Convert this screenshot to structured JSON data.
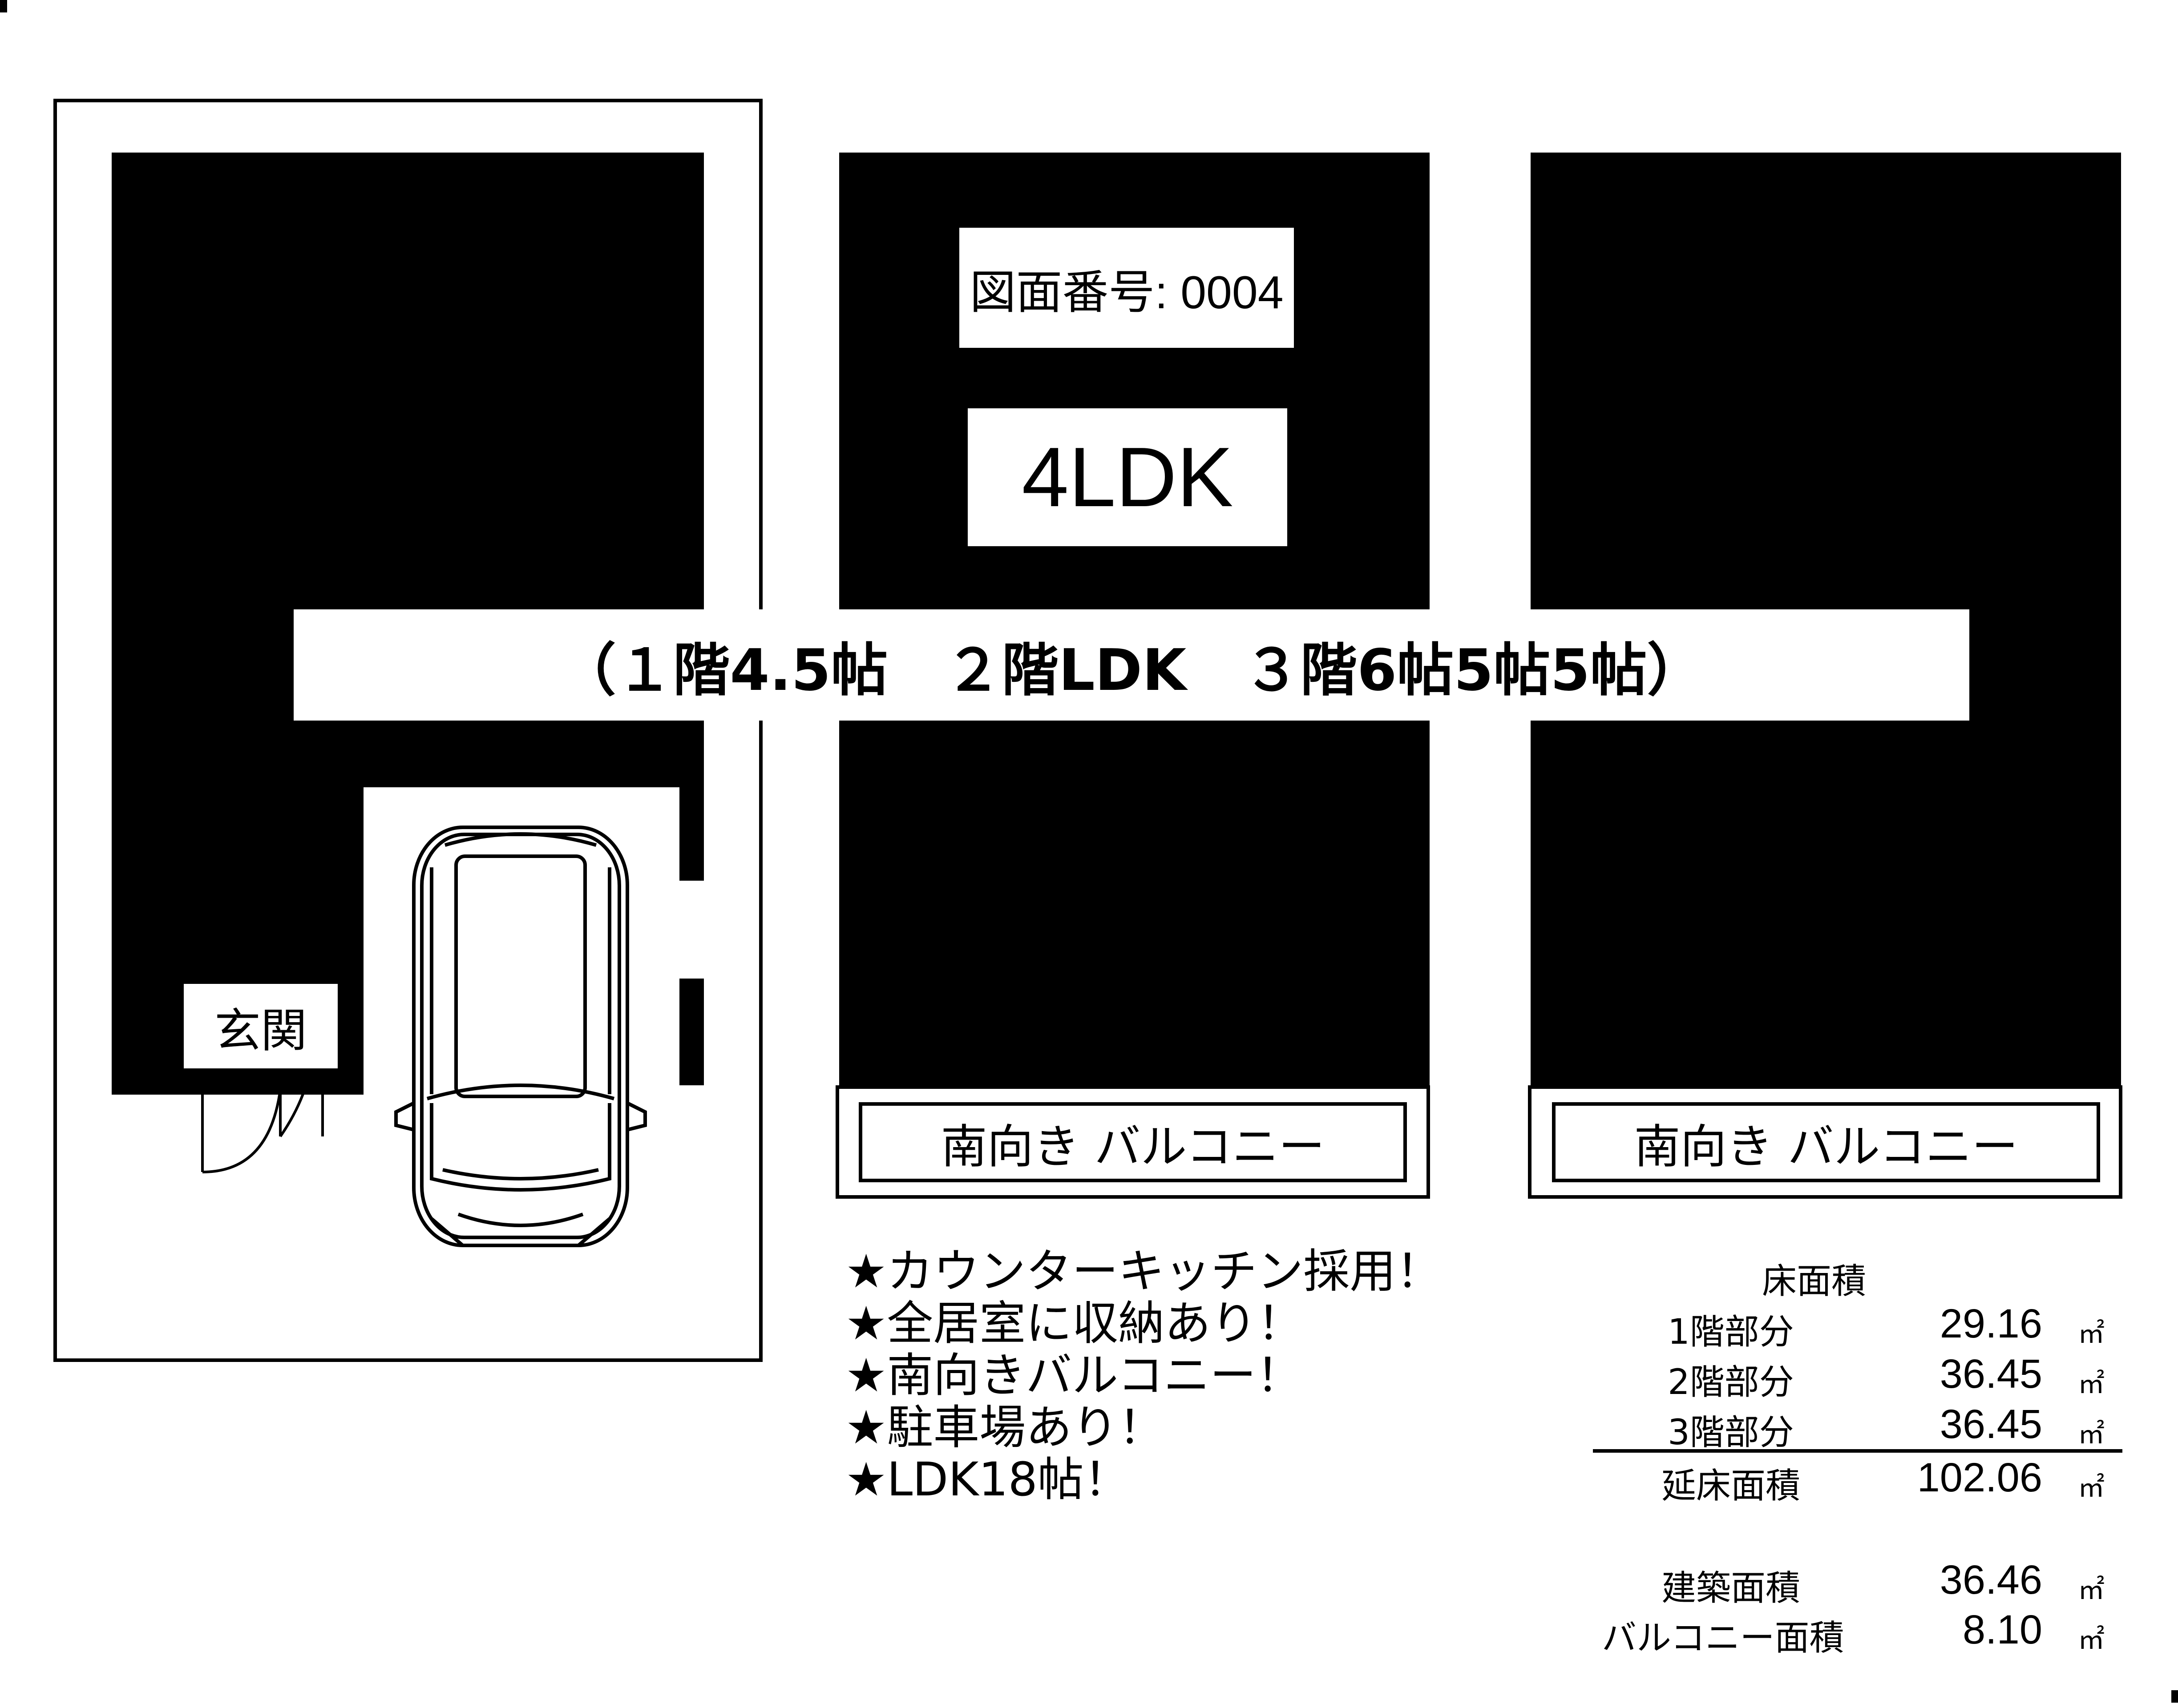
{
  "drawing_number": "図面番号: 0004",
  "layout_type": "4LDK",
  "floors_summary": "（１階4.5帖　２階LDK　３階6帖5帖5帖）",
  "floor1": {
    "entrance_label": "玄関"
  },
  "floor2": {
    "balcony_label": "南向き  バルコニー"
  },
  "floor3": {
    "balcony_label": "南向き  バルコニー"
  },
  "features": [
    "★カウンターキッチン採用！",
    "★全居室に収納あり！",
    "★南向きバルコニー！",
    "★駐車場あり！",
    "★LDK18帖！"
  ],
  "areas": {
    "title": "床面積",
    "unit": "㎡",
    "rows": [
      {
        "label": "1階部分",
        "value": "29.16"
      },
      {
        "label": "2階部分",
        "value": "36.45"
      },
      {
        "label": "3階部分",
        "value": "36.45"
      },
      {
        "label": "延床面積",
        "value": "102.06"
      },
      {
        "label": "建築面積",
        "value": "36.46"
      },
      {
        "label": "バルコニー面積",
        "value": "8.10"
      }
    ]
  }
}
